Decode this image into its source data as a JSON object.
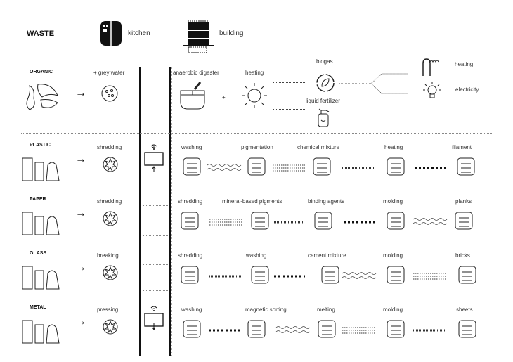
{
  "title": "WASTE",
  "legend": {
    "kitchen": "kitchen",
    "building": "building"
  },
  "organic": {
    "label": "ORGANIC",
    "pre": "+ grey water",
    "digester": "anaerobic digester",
    "plus": "+",
    "heating": "heating",
    "biogas": "biogas",
    "fertilizer": "liquid fertilizer",
    "out_heating": "heating",
    "out_electricity": "electricity"
  },
  "rows": [
    {
      "label": "PLASTIC",
      "pre": "shredding",
      "steps": [
        "washing",
        "pigmentation",
        "chemical mixture",
        "heating",
        "filament"
      ]
    },
    {
      "label": "PAPER",
      "pre": "shredding",
      "steps": [
        "shredding",
        "mineral-based pigments",
        "binding agents",
        "molding",
        "planks"
      ]
    },
    {
      "label": "GLASS",
      "pre": "breaking",
      "steps": [
        "shredding",
        "washing",
        "cement mixture",
        "molding",
        "bricks"
      ]
    },
    {
      "label": "METAL",
      "pre": "pressing",
      "steps": [
        "washing",
        "magnetic sorting",
        "melting",
        "molding",
        "sheets"
      ]
    }
  ]
}
